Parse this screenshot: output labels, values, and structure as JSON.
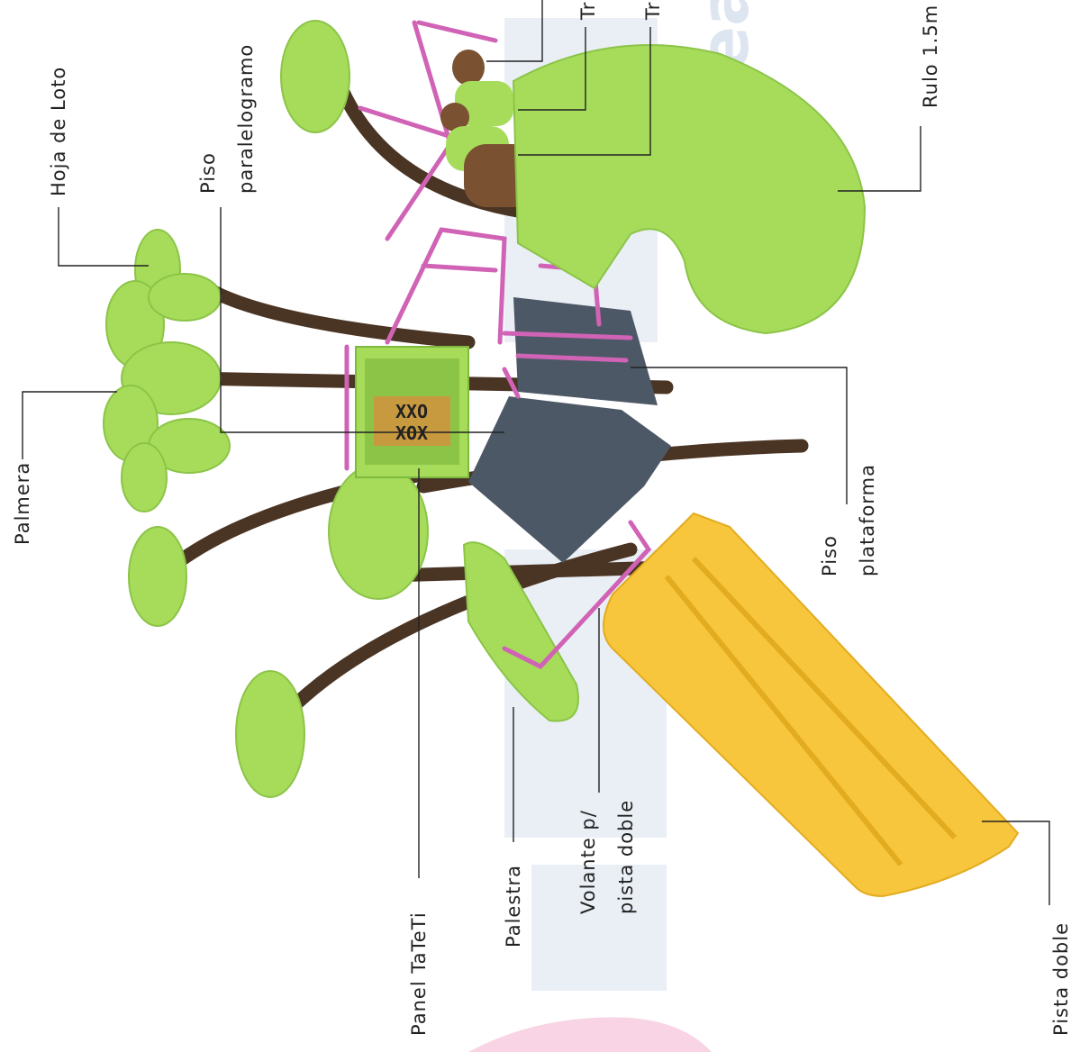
{
  "labels": {
    "hoja_de_loto": "Hoja de Loto",
    "piso_line1": "Piso",
    "piso_line2": "paralelogramo",
    "palmera": "Palmera",
    "panel_tateti": "Panel TaTeTi",
    "palestra": "Palestra",
    "volante_line1": "Volante p/",
    "volante_line2": "pista doble",
    "piso_plataforma_line1": "Piso",
    "piso_plataforma_line2": "plataforma",
    "pista_doble": "Pista doble",
    "rulo": "Rulo 1.5m",
    "tr_a": "Tr",
    "tr_b": "Tr"
  },
  "tateti": {
    "row1": "XXO",
    "row2": "XOX"
  },
  "watermark": {
    "text": "Crea"
  },
  "colors": {
    "leaf_green": "#a6dc5a",
    "trunk_brown": "#4a3424",
    "frame_pink": "#d063b5",
    "slide_yellow": "#f7c63c",
    "platform_gray": "#4d5866",
    "watermark_blue": "#c4d2e6",
    "log_brown": "#7a5232"
  }
}
